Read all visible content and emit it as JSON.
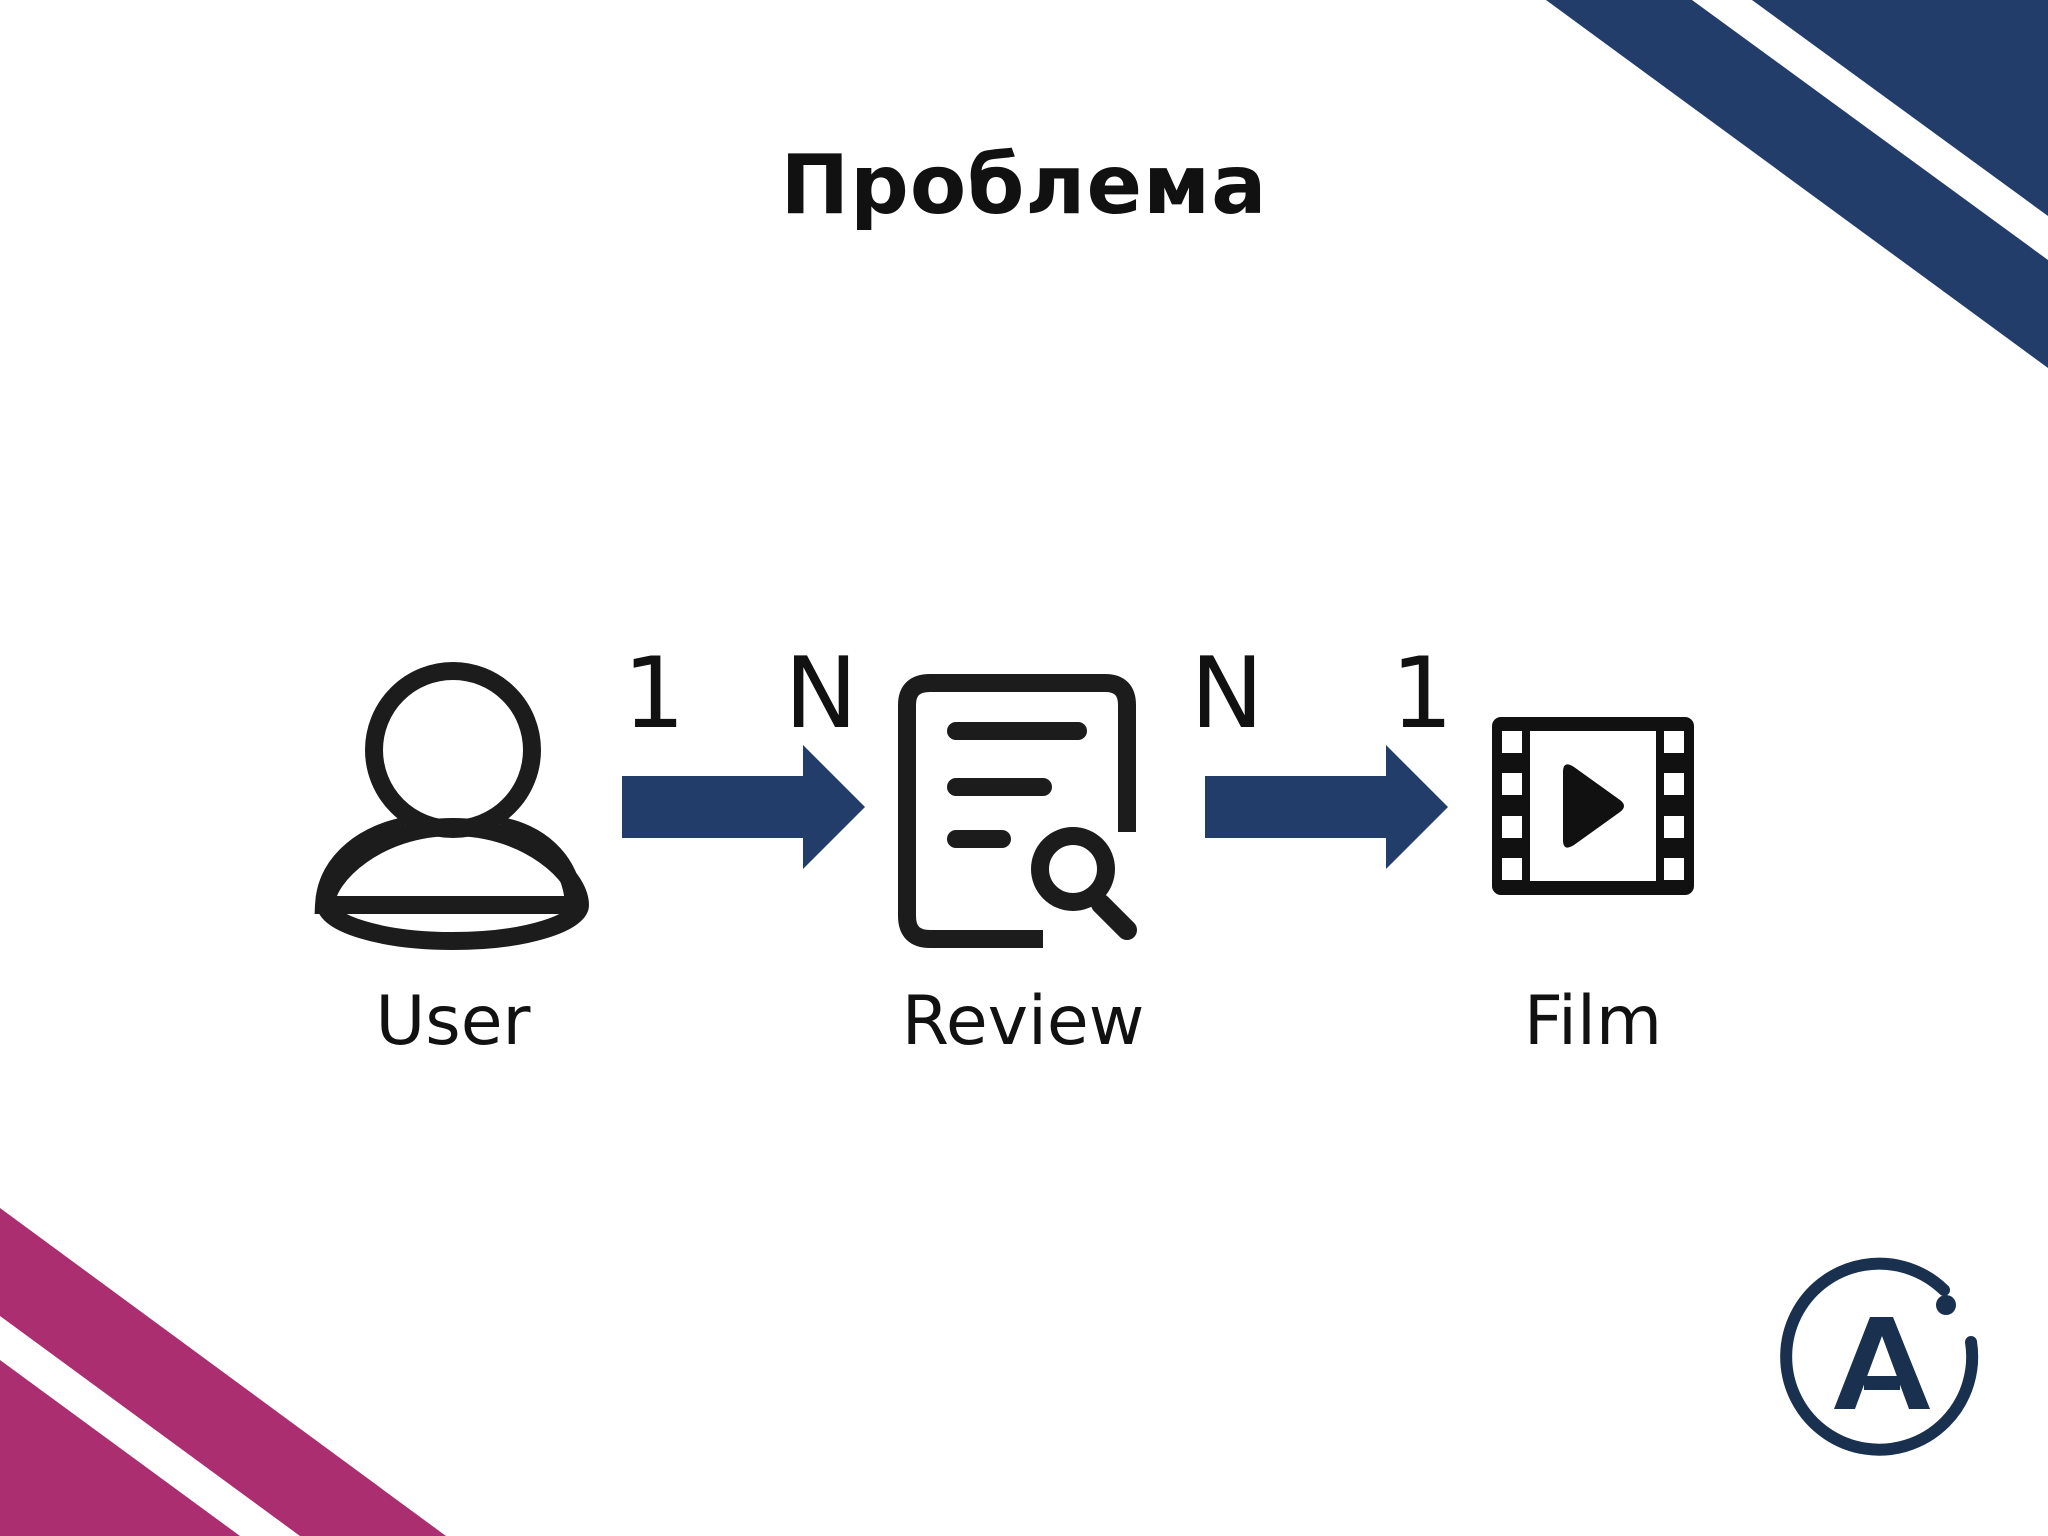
{
  "title": "Проблема",
  "colors": {
    "navy": "#233d6b",
    "magenta": "#aa2e70",
    "ink": "#1c1c1c",
    "logo": "#19304f"
  },
  "entities": [
    {
      "label": "User",
      "icon": "user-icon"
    },
    {
      "label": "Review",
      "icon": "review-document-search-icon"
    },
    {
      "label": "Film",
      "icon": "film-play-icon"
    }
  ],
  "relations": [
    {
      "from_card": "1",
      "to_card": "N"
    },
    {
      "from_card": "N",
      "to_card": "1"
    }
  ],
  "logo": {
    "letter": "A",
    "icon": "brand-logo-icon"
  }
}
